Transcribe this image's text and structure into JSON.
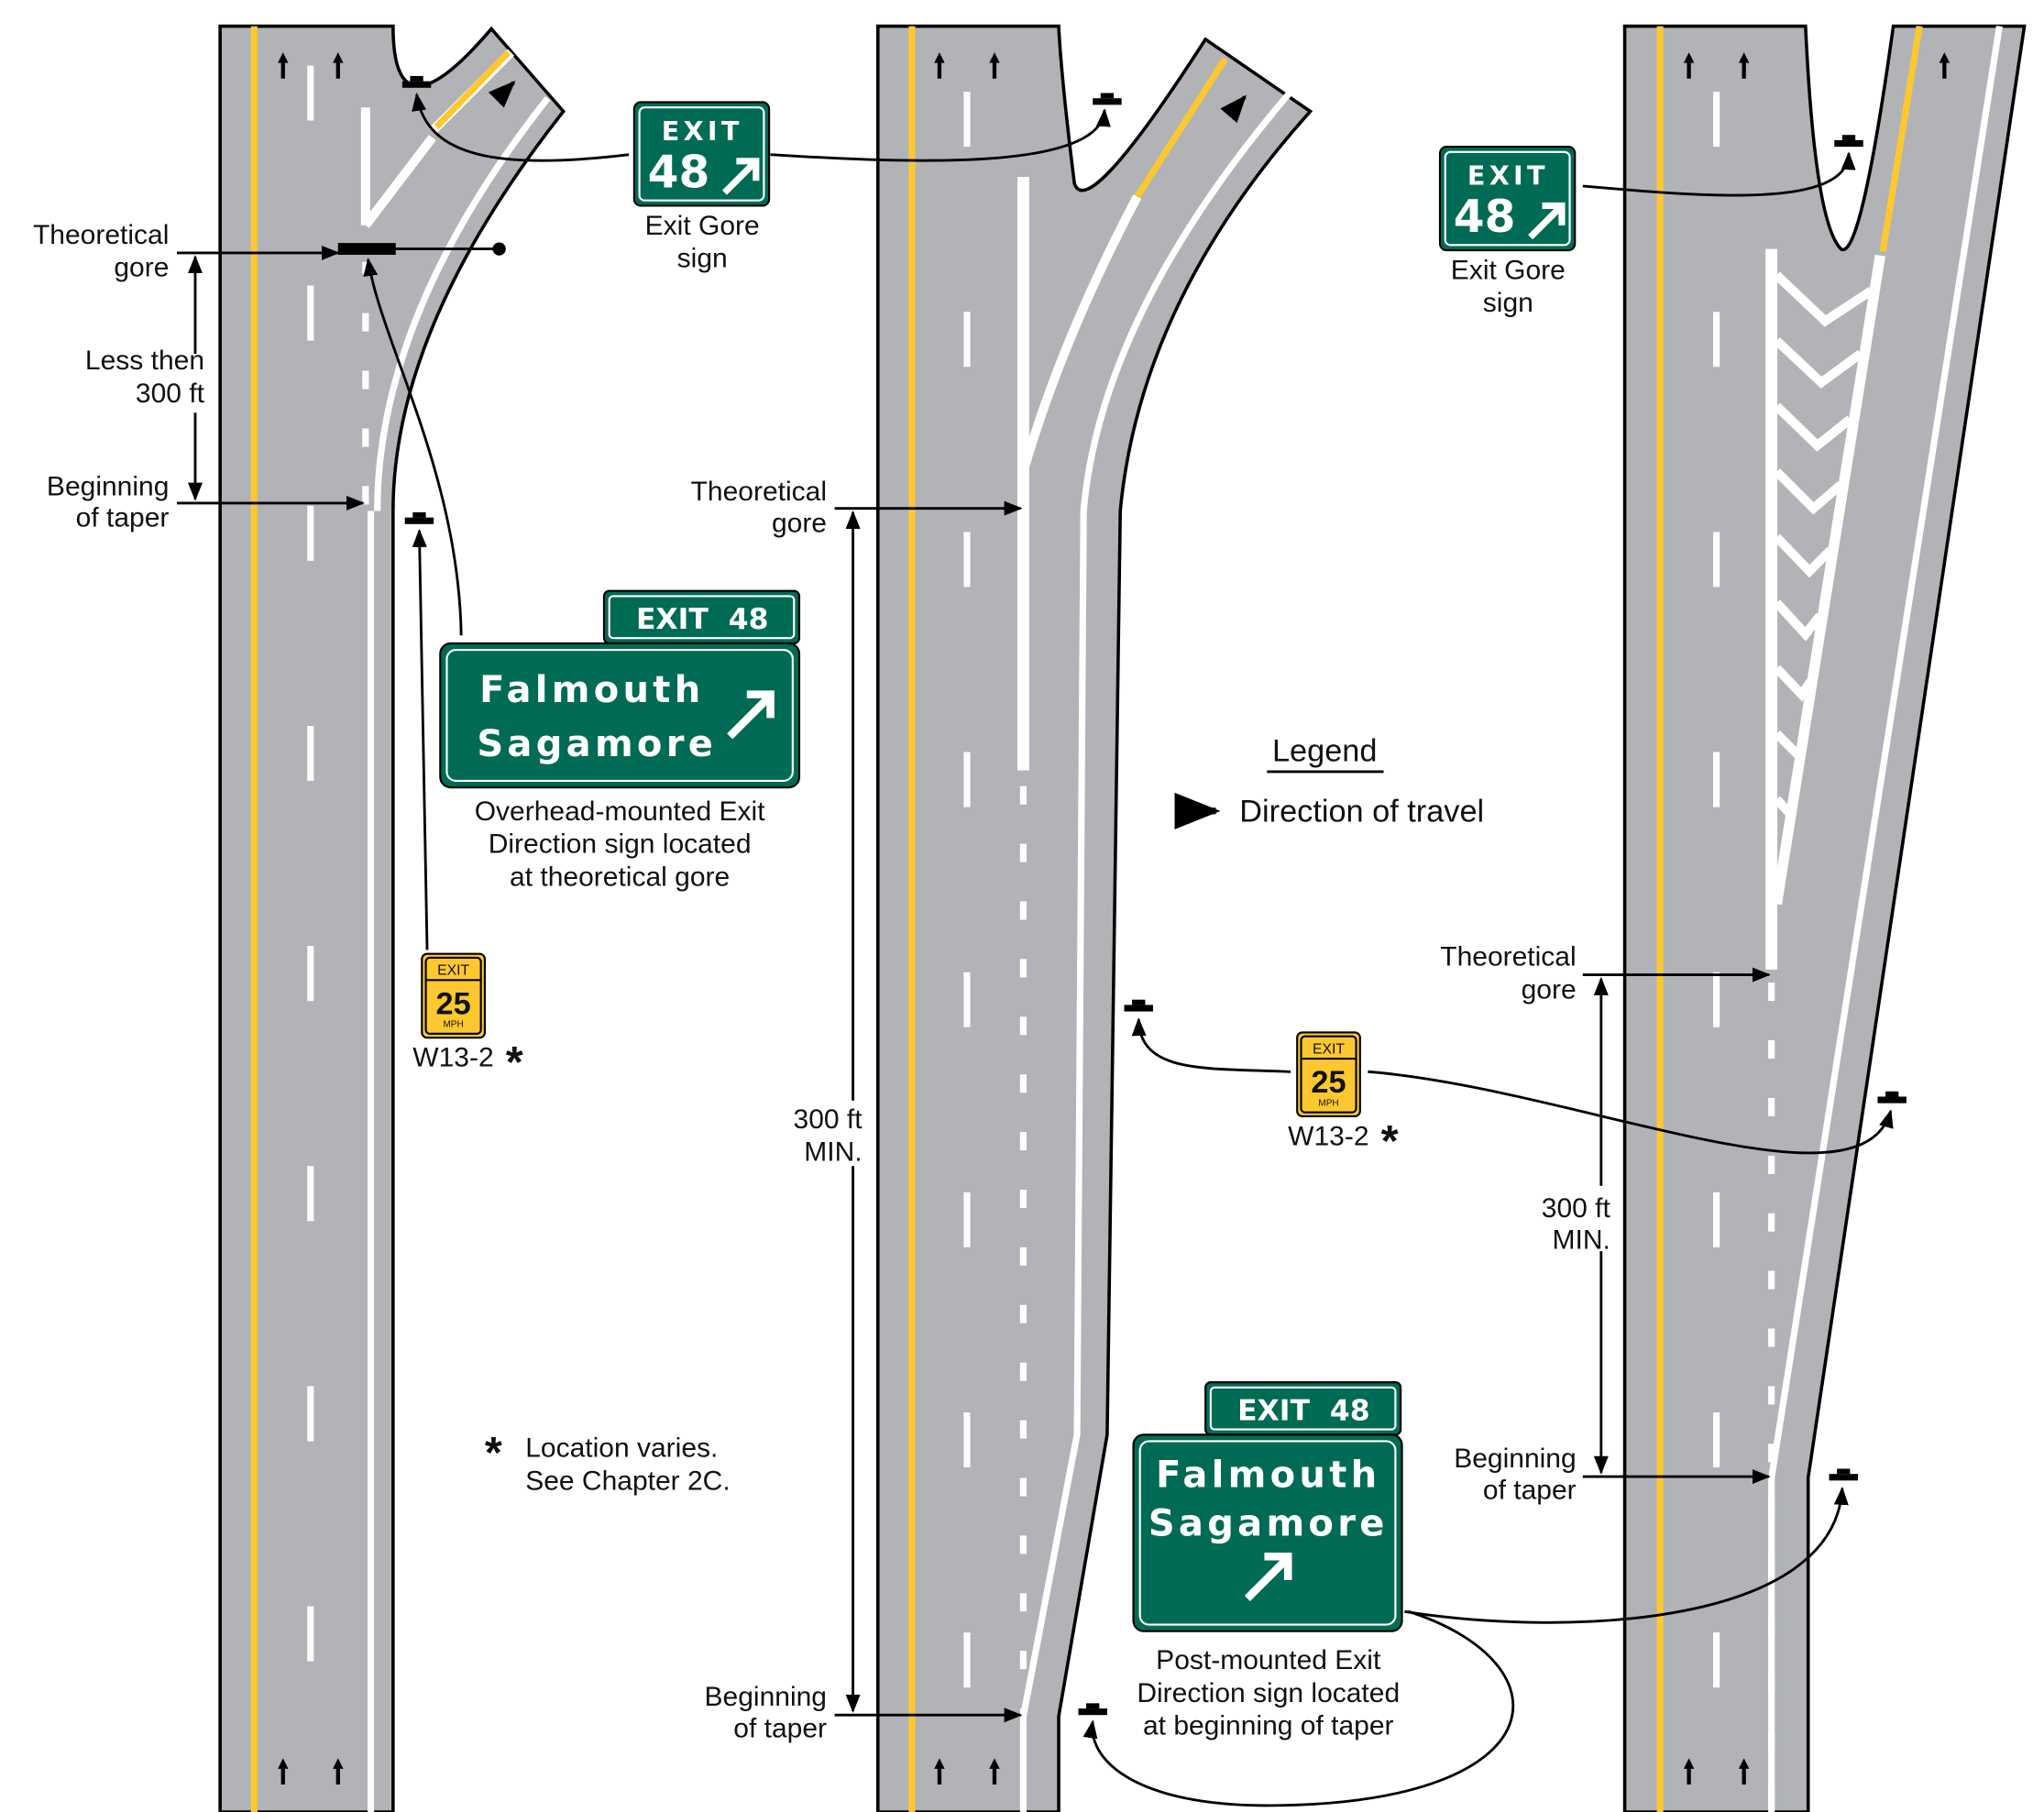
{
  "colors": {
    "road": "#b1b3b6",
    "yellow": "#fdc82f",
    "green": "#006b54",
    "sign_yellow": "#fdc82f"
  },
  "labels": {
    "theoretical_gore_1": [
      "Theoretical",
      "gore"
    ],
    "less_then": [
      "Less then",
      "300 ft"
    ],
    "beginning_taper_1": [
      "Beginning",
      "of taper"
    ],
    "exit_gore_sign_1": [
      "Exit Gore",
      "sign"
    ],
    "overhead_caption": [
      "Overhead-mounted Exit",
      "Direction sign located",
      "at theoretical gore"
    ],
    "w13_1": "W13-2",
    "location_note": [
      "Location varies.",
      "See Chapter 2C."
    ],
    "theoretical_gore_2": [
      "Theoretical",
      "gore"
    ],
    "min_300_1": [
      "300 ft",
      "MIN."
    ],
    "beginning_taper_2": [
      "Beginning",
      "of taper"
    ],
    "legend_title": "Legend",
    "legend_direction": "Direction of travel",
    "w13_2": "W13-2",
    "post_caption": [
      "Post-mounted Exit",
      "Direction sign located",
      "at beginning of taper"
    ],
    "exit_gore_sign_2": [
      "Exit Gore",
      "sign"
    ],
    "theoretical_gore_3": [
      "Theoretical",
      "gore"
    ],
    "min_300_2": [
      "300 ft",
      "MIN."
    ],
    "beginning_taper_3": [
      "Beginning",
      "of taper"
    ]
  },
  "signs": {
    "exit_gore": {
      "top": "EXIT",
      "number": "48"
    },
    "guide": {
      "tab": "EXIT  48",
      "line1": "Falmouth",
      "line2": "Sagamore"
    },
    "advisory": {
      "top": "EXIT",
      "speed": "25",
      "unit": "MPH"
    }
  }
}
